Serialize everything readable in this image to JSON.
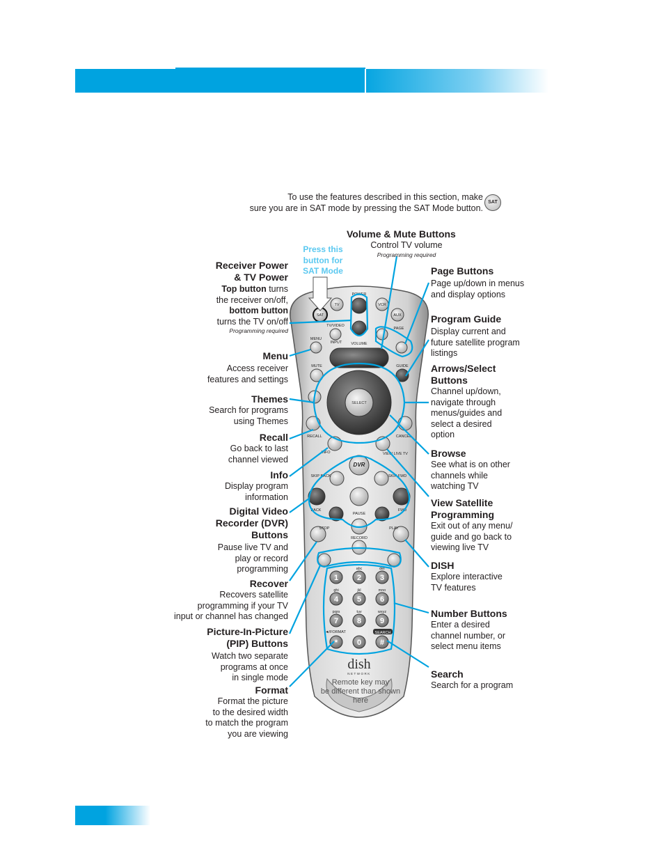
{
  "intro": {
    "line1": "To use the features described in this section, make",
    "line2": "sure you are in SAT mode by pressing the SAT Mode button.",
    "sat_chip": "SAT"
  },
  "press_note": [
    "Press this",
    "button for",
    "SAT Mode"
  ],
  "remote_key_note": [
    "Remote key may",
    "be different than shown",
    "here"
  ],
  "left_callouts": {
    "receiver_power": {
      "title": [
        "Receiver Power",
        "& TV Power"
      ],
      "b1": "Top button",
      "t1": " turns",
      "t2": "the receiver on/off,",
      "b2": "bottom button",
      "t3": "turns the TV on/off",
      "note": "Programming required"
    },
    "menu": {
      "title": "Menu",
      "lines": [
        "Access receiver",
        "features and settings"
      ]
    },
    "themes": {
      "title": "Themes",
      "lines": [
        "Search for programs",
        "using Themes"
      ]
    },
    "recall": {
      "title": "Recall",
      "lines": [
        "Go back to last",
        "channel viewed"
      ]
    },
    "info": {
      "title": "Info",
      "lines": [
        "Display program",
        "information"
      ]
    },
    "dvr": {
      "title": [
        "Digital Video",
        "Recorder (DVR)",
        "Buttons"
      ],
      "lines": [
        "Pause live TV and",
        "play or record",
        "programming"
      ]
    },
    "recover": {
      "title": "Recover",
      "lines": [
        "Recovers satellite",
        "programming if your TV",
        "input or channel has changed"
      ]
    },
    "pip": {
      "title": [
        "Picture-In-Picture",
        "(PIP) Buttons"
      ],
      "lines": [
        "Watch two separate",
        "programs at once",
        "in single mode"
      ]
    },
    "format": {
      "title": "Format",
      "lines": [
        "Format the picture",
        "to the desired width",
        "to match the program",
        "you are viewing"
      ]
    }
  },
  "right_callouts": {
    "volume": {
      "title": "Volume & Mute Buttons",
      "line": "Control TV volume",
      "note": "Programming required"
    },
    "page": {
      "title": "Page Buttons",
      "lines": [
        "Page up/down in menus",
        "and display options"
      ]
    },
    "guide": {
      "title": "Program Guide",
      "lines": [
        "Display current and",
        "future satellite program",
        "listings"
      ]
    },
    "arrows": {
      "title": [
        "Arrows/Select",
        "Buttons"
      ],
      "lines": [
        "Channel up/down,",
        "navigate through",
        "menus/guides and",
        "select a desired",
        "option"
      ]
    },
    "browse": {
      "title": "Browse",
      "lines": [
        "See what is on other",
        "channels while",
        "watching TV"
      ]
    },
    "view_sat": {
      "title": [
        "View Satellite",
        "Programming"
      ],
      "lines": [
        "Exit out of any menu/",
        "guide and go back to",
        "viewing live TV"
      ]
    },
    "dish": {
      "title": "DISH",
      "lines": [
        "Explore interactive",
        "TV features"
      ]
    },
    "number": {
      "title": "Number Buttons",
      "lines": [
        "Enter a desired",
        "channel number, or",
        "select menu items"
      ]
    },
    "search": {
      "title": "Search",
      "line": "Search for a program"
    }
  },
  "remote_labels": {
    "power": "POWER",
    "tv": "TV",
    "vcr": "VCR",
    "aux": "AUX",
    "sat": "SAT",
    "tv_video": "TV/VIDEO",
    "input": "INPUT",
    "volume": "VOLUME",
    "menu": "MENU",
    "page": "PAGE",
    "mute": "MUTE",
    "guide": "GUIDE",
    "select": "SELECT",
    "recall": "RECALL",
    "cancel": "CANCEL",
    "info": "INFO",
    "view_live": "VIEW LIVE TV",
    "dvr": "DVR",
    "skip_back": "SKIP BACK",
    "skip_fwd": "SKIP FWD",
    "back": "BACK",
    "fwd": "FWD",
    "pause": "PAUSE",
    "stop": "STOP",
    "play": "PLAY",
    "record": "RECORD",
    "format": "◄/FORMAT",
    "search": "SEARCH",
    "brand": "dish",
    "network": "NETWORK",
    "keys": [
      "1",
      "2",
      "3",
      "4",
      "5",
      "6",
      "7",
      "8",
      "9",
      "*",
      "0",
      "#"
    ],
    "letters": [
      "",
      "abc",
      "def",
      "ghi",
      "jkl",
      "mno",
      "pqrs",
      "tuv",
      "wxyz"
    ]
  },
  "colors": {
    "accent": "#00a3e0",
    "accent_light": "#5ac8f0"
  }
}
